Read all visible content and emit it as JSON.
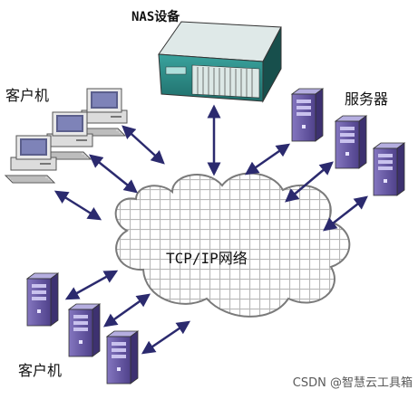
{
  "labels": {
    "nas": "NAS设备",
    "clients_top": "客户机",
    "servers": "服务器",
    "clients_bottom": "客户机",
    "network": "TCP/IP网络",
    "watermark": "CSDN @智慧云工具箱"
  },
  "colors": {
    "nas": "#2f8f8a",
    "server": "#6a5aa8",
    "arrow": "#2b2a6e",
    "mesh": "#b8b8b8",
    "monitor": "#5b5f8c"
  },
  "icons": [
    "nas-device-icon",
    "desktop-computer-icon",
    "tower-server-icon",
    "network-cloud-icon",
    "double-arrow-icon"
  ]
}
